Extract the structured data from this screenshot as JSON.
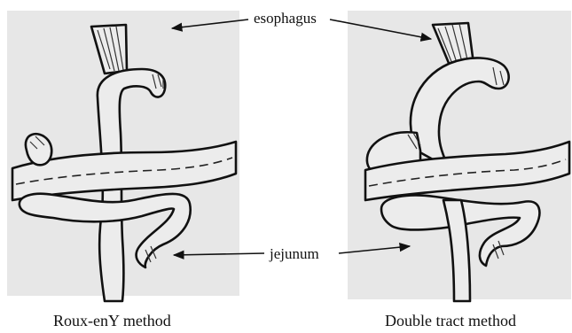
{
  "labels": {
    "esophagus": "esophagus",
    "jejunum": "jejunum"
  },
  "panels": [
    {
      "caption": "Roux-enY method"
    },
    {
      "caption": "Double tract method"
    }
  ]
}
